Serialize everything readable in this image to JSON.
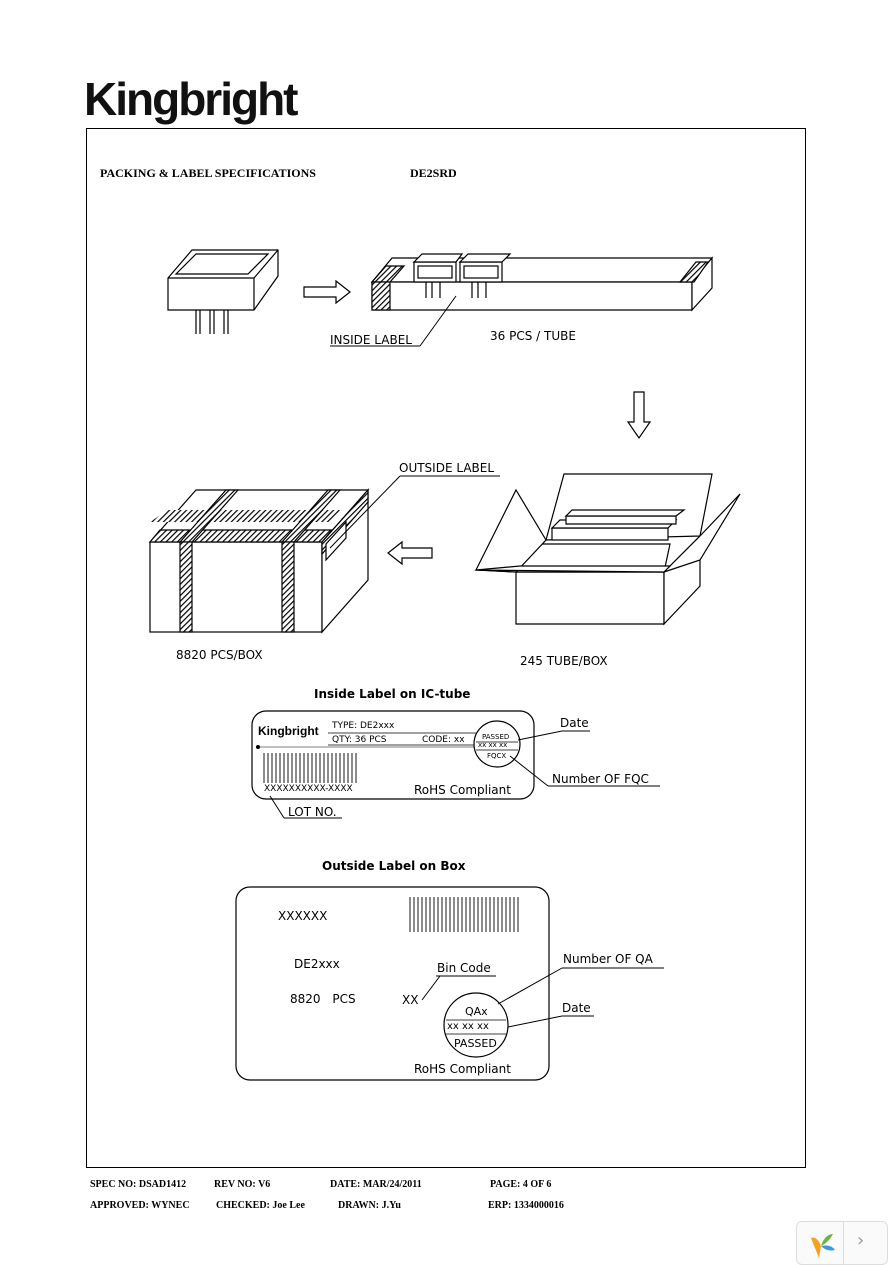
{
  "logo": "Kingbright",
  "header": {
    "title": "PACKING & LABEL SPECIFICATIONS",
    "part": "DE2SRD"
  },
  "packing": {
    "inside_label": "INSIDE LABEL",
    "tube_qty": "36 PCS / TUBE",
    "outside_label": "OUTSIDE LABEL",
    "box_pcs": "8820 PCS/BOX",
    "box_tubes": "245 TUBE/BOX"
  },
  "inside_label_card": {
    "title": "Inside Label on IC-tube",
    "brand": "Kingbright",
    "type": "TYPE: DE2xxx",
    "qty": "QTY: 36 PCS",
    "code": "CODE: xx",
    "passed": "PASSED",
    "date_code": "xx xx xx",
    "fqc": "FQCX",
    "lot_text": "XXXXXXXXXX-XXXX",
    "rohs": "RoHS Compliant",
    "callout_date": "Date",
    "callout_fqc": "Number OF FQC",
    "callout_lot": "LOT NO."
  },
  "outside_label_card": {
    "title": "Outside Label on Box",
    "code": "XXXXXX",
    "type": "DE2xxx",
    "pcs": "8820 PCS",
    "bin": "XX",
    "qa": "QAx",
    "date_code": "xx xx xx",
    "passed": "PASSED",
    "rohs": "RoHS Compliant",
    "callout_bin": "Bin Code",
    "callout_qa": "Number OF QA",
    "callout_date": "Date"
  },
  "footer": {
    "spec": "SPEC NO: DSAD1412",
    "rev": "REV NO: V6",
    "date": "DATE: MAR/24/2011",
    "page": "PAGE: 4 OF 6",
    "approved": "APPROVED: WYNEC",
    "checked": "CHECKED: Joe Lee",
    "drawn": "DRAWN: J.Yu",
    "erp": "ERP: 1334000016"
  },
  "nav": {
    "next": "›"
  }
}
